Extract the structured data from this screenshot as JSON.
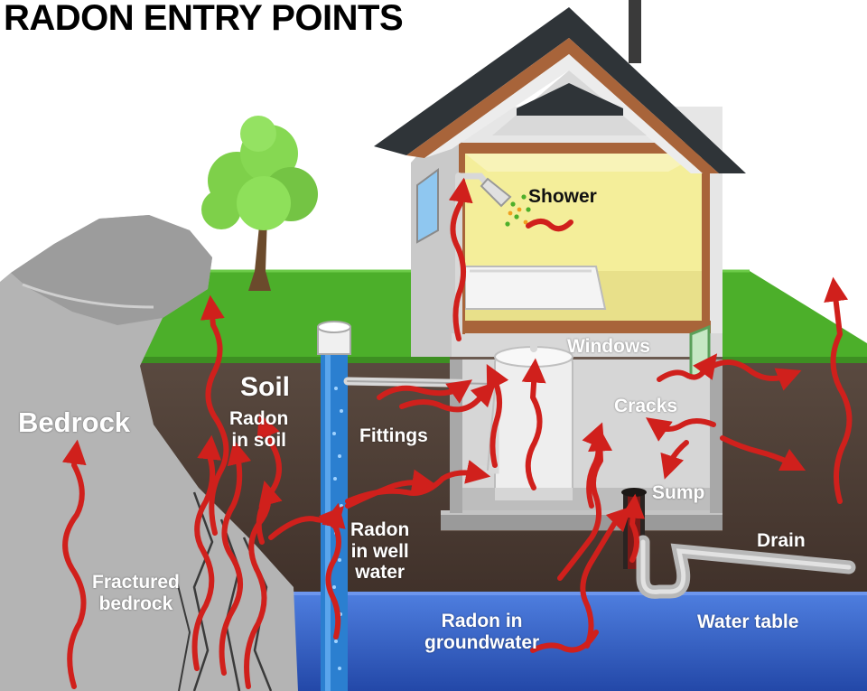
{
  "title": "RADON ENTRY POINTS",
  "labels": {
    "shower": "Shower",
    "windows": "Windows",
    "soil": "Soil",
    "radon_in_soil_1": "Radon",
    "radon_in_soil_2": "in soil",
    "bedrock": "Bedrock",
    "fittings": "Fittings",
    "cracks": "Cracks",
    "sump": "Sump",
    "drain": "Drain",
    "radon_in_well_water_1": "Radon",
    "radon_in_well_water_2": "in well",
    "radon_in_well_water_3": "water",
    "fractured_bedrock_1": "Fractured",
    "fractured_bedrock_2": "bedrock",
    "radon_in_groundwater_1": "Radon in",
    "radon_in_groundwater_2": "groundwater",
    "water_table": "Water table"
  },
  "colors": {
    "sky": "#ffffff",
    "grass": "#4caf2a",
    "soil": "#4a3a32",
    "groundwater": "#3a63c8",
    "bedrock": "#b4b4b4",
    "roof": "#2f3438",
    "house_wall": "#e6e6e6",
    "room_interior": "#f4ee9a",
    "house_trim": "#a8643a",
    "radon_arrow": "#d0201c",
    "well_pipe": "#2b7fd0",
    "tree_foliage": "#7ed04a"
  }
}
